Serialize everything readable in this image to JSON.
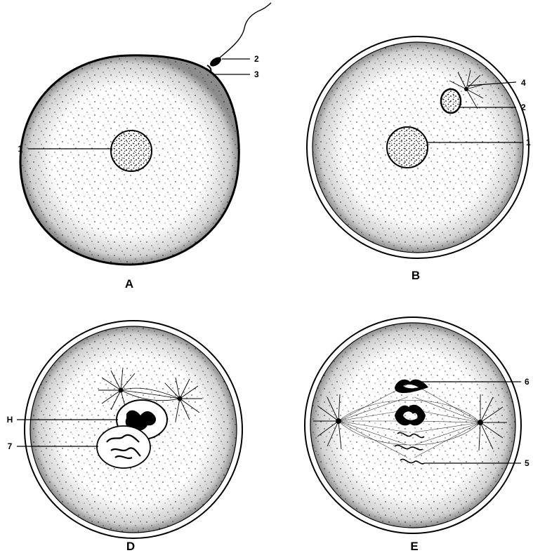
{
  "panels": [
    {
      "id": "A",
      "letter": "A",
      "labels": [
        "1",
        "2",
        "3"
      ]
    },
    {
      "id": "B",
      "letter": "B",
      "labels": [
        "4",
        "2",
        "1"
      ]
    },
    {
      "id": "D",
      "letter": "D",
      "labels": [
        "H",
        "7"
      ]
    },
    {
      "id": "E",
      "letter": "E",
      "labels": [
        "6",
        "5"
      ]
    }
  ]
}
